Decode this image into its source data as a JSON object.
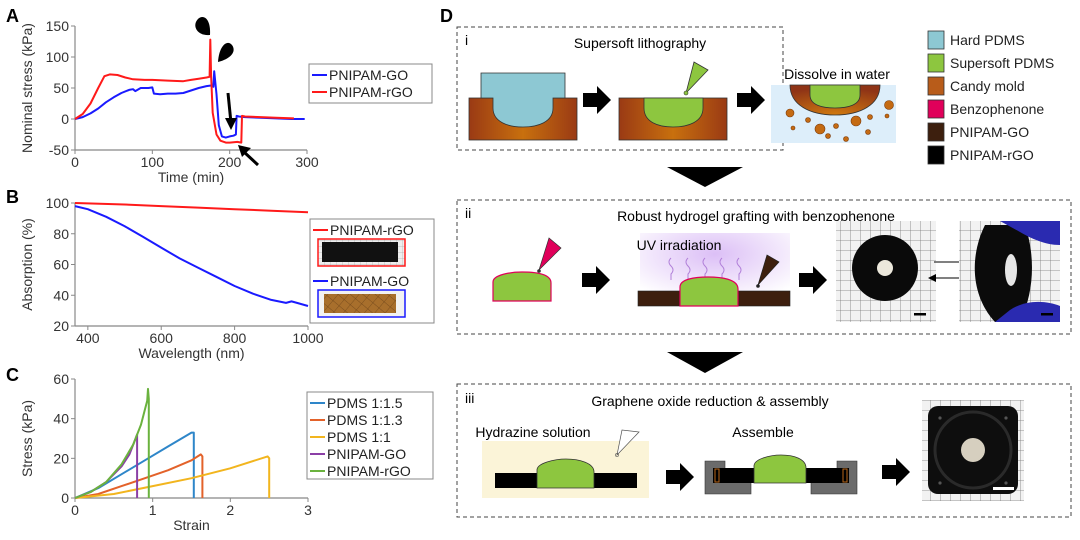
{
  "panels": {
    "A": "A",
    "B": "B",
    "C": "C",
    "D": "D"
  },
  "chart_data": [
    {
      "id": "A",
      "type": "line",
      "title": "",
      "xlabel": "Time (min)",
      "ylabel": "Nominal stress (kPa)",
      "xlim": [
        0,
        300
      ],
      "ylim": [
        -50,
        150
      ],
      "xticks": [
        0,
        100,
        200,
        300
      ],
      "yticks": [
        -50,
        0,
        50,
        100,
        150
      ],
      "grid": false,
      "legend": "right",
      "series": [
        {
          "name": "PNIPAM-GO",
          "color": "#1a1aff",
          "x": [
            0,
            10,
            20,
            30,
            40,
            50,
            60,
            70,
            75,
            78,
            85,
            95,
            100,
            102,
            110,
            120,
            130,
            140,
            150,
            160,
            170,
            176,
            179,
            180,
            183,
            186,
            190,
            195,
            200,
            205,
            208,
            209,
            212,
            220,
            240,
            260,
            280,
            297
          ],
          "y": [
            0,
            3,
            9,
            17,
            27,
            35,
            42,
            47,
            48,
            45,
            50,
            50,
            51,
            41,
            40,
            41,
            41,
            42,
            46,
            50,
            53,
            54,
            52,
            77,
            40,
            -10,
            -28,
            -30,
            -28,
            -27,
            -25,
            5,
            4,
            3,
            2,
            1,
            0,
            0
          ]
        },
        {
          "name": "PNIPAM-rGO",
          "color": "#ff1a1a",
          "x": [
            0,
            10,
            20,
            30,
            38,
            45,
            55,
            65,
            75,
            90,
            100,
            120,
            140,
            150,
            160,
            170,
            174,
            175,
            176,
            178,
            183,
            188,
            195,
            200,
            210,
            215,
            216,
            220,
            240,
            260,
            283
          ],
          "y": [
            0,
            8,
            25,
            50,
            69,
            72,
            71,
            67,
            64,
            63,
            63,
            62,
            61,
            63,
            65,
            67,
            68,
            128,
            70,
            10,
            -25,
            -35,
            -38,
            -38,
            -37,
            -38,
            5,
            4,
            3,
            2,
            1
          ]
        }
      ],
      "annotations": [
        "droplet-marker at t≈175",
        "droplet-marker at t≈183",
        "arrow pointing to PNIPAM-GO trough",
        "arrow pointing to PNIPAM-rGO trough"
      ]
    },
    {
      "id": "B",
      "type": "line",
      "title": "",
      "xlabel": "Wavelength (nm)",
      "ylabel": "Absorption (%)",
      "xlim": [
        365,
        1000
      ],
      "ylim": [
        20,
        100
      ],
      "xticks": [
        400,
        600,
        800,
        1000
      ],
      "yticks": [
        20,
        40,
        60,
        80,
        100
      ],
      "grid": false,
      "legend": "right",
      "series": [
        {
          "name": "PNIPAM-rGO",
          "color": "#ff1a1a",
          "x": [
            365,
            500,
            600,
            700,
            800,
            900,
            1000
          ],
          "y": [
            100,
            99,
            98,
            97,
            96,
            95,
            94
          ]
        },
        {
          "name": "PNIPAM-GO",
          "color": "#1a1aff",
          "x": [
            365,
            400,
            450,
            500,
            550,
            600,
            650,
            700,
            750,
            800,
            850,
            900,
            940,
            955,
            970,
            1000
          ],
          "y": [
            98,
            96,
            91,
            85,
            78,
            71,
            64,
            58,
            52,
            46,
            41,
            37,
            35,
            36,
            35,
            33
          ]
        }
      ],
      "legend_insets": [
        "PNIPAM-rGO sample photo (black film)",
        "PNIPAM-GO sample photo (brown film)"
      ]
    },
    {
      "id": "C",
      "type": "line",
      "title": "",
      "xlabel": "Strain",
      "ylabel": "Stress (kPa)",
      "xlim": [
        0,
        3
      ],
      "ylim": [
        0,
        60
      ],
      "xticks": [
        0,
        1,
        2,
        3
      ],
      "yticks": [
        0,
        20,
        40,
        60
      ],
      "grid": false,
      "legend": "right",
      "series": [
        {
          "name": "PDMS 1:1.5",
          "color": "#2e86c9",
          "x": [
            0,
            0.3,
            0.6,
            0.9,
            1.2,
            1.5,
            1.53,
            1.53
          ],
          "y": [
            0,
            5,
            12,
            19,
            26,
            33,
            33,
            0
          ]
        },
        {
          "name": "PDMS 1:1.3",
          "color": "#e3622a",
          "x": [
            0,
            0.3,
            0.6,
            0.9,
            1.2,
            1.5,
            1.62,
            1.64,
            1.64
          ],
          "y": [
            0,
            2,
            6,
            10,
            14,
            19,
            22,
            21,
            0
          ]
        },
        {
          "name": "PDMS 1:1",
          "color": "#f2b51e",
          "x": [
            0,
            0.5,
            1.0,
            1.5,
            2.0,
            2.48,
            2.5,
            2.5
          ],
          "y": [
            0,
            2,
            6,
            10,
            15,
            21,
            20,
            0
          ]
        },
        {
          "name": "PNIPAM-GO",
          "color": "#8b3fa6",
          "x": [
            0,
            0.2,
            0.4,
            0.6,
            0.7,
            0.78,
            0.8,
            0.8
          ],
          "y": [
            0,
            3,
            8,
            16,
            22,
            30,
            32,
            0
          ]
        },
        {
          "name": "PNIPAM-rGO",
          "color": "#6ab23e",
          "x": [
            0,
            0.2,
            0.4,
            0.6,
            0.75,
            0.85,
            0.93,
            0.94,
            0.95,
            0.95
          ],
          "y": [
            0,
            3,
            8,
            17,
            27,
            37,
            49,
            55,
            50,
            0
          ]
        }
      ]
    }
  ],
  "diagram": {
    "legend": [
      {
        "label": "Hard PDMS",
        "color": "#8dc8d3"
      },
      {
        "label": "Supersoft PDMS",
        "color": "#8dc63f"
      },
      {
        "label": "Candy mold",
        "color": "#b85c1a"
      },
      {
        "label": "Benzophenone",
        "color": "#e0005a"
      },
      {
        "label": "PNIPAM-GO",
        "color": "#3d1f0e"
      },
      {
        "label": "PNIPAM-rGO",
        "color": "#000000"
      }
    ],
    "step_i": {
      "numeral": "i",
      "title": "Supersoft lithography",
      "label_dissolve": "Dissolve in water"
    },
    "step_ii": {
      "numeral": "ii",
      "title": "Robust hydrogel grafting with benzophenone",
      "label_uv": "UV irradiation"
    },
    "step_iii": {
      "numeral": "iii",
      "title": "Graphene oxide reduction & assembly",
      "label_hydrazine": "Hydrazine solution",
      "label_assemble": "Assemble"
    }
  }
}
